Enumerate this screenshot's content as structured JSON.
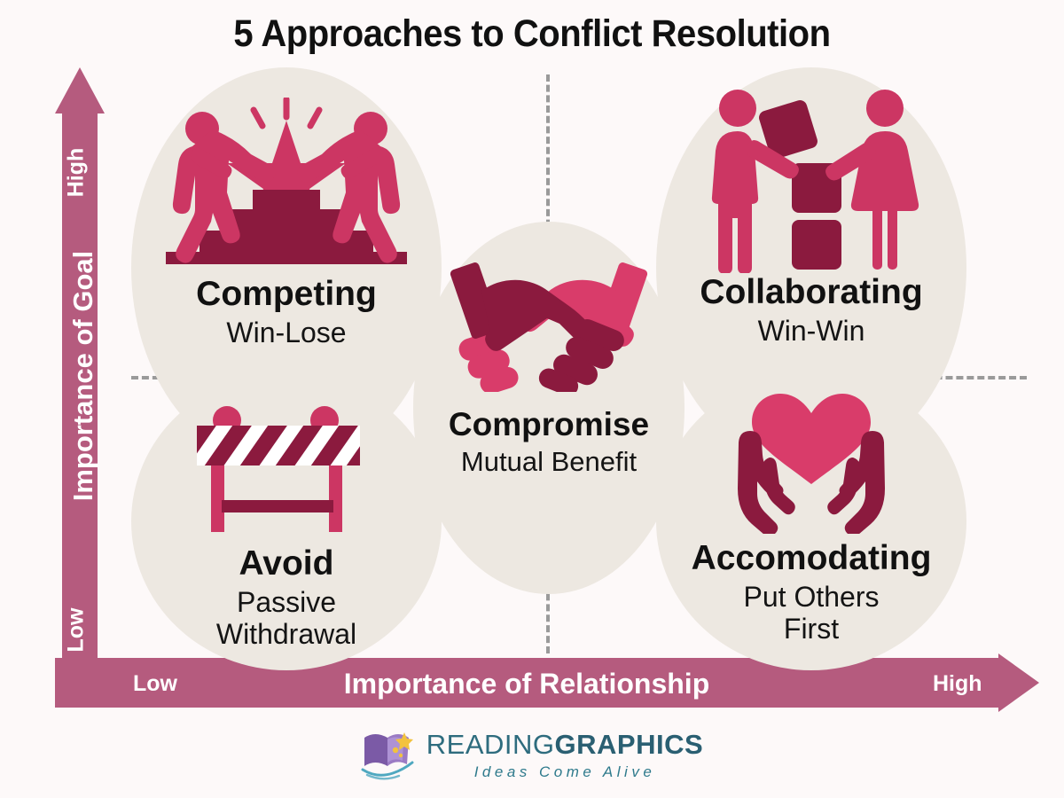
{
  "title": "5 Approaches to Conflict Resolution",
  "colors": {
    "background": "#FDF9F9",
    "pink": "#CC3663",
    "maroon": "#8B1A3E",
    "axis": "#B55B7E",
    "blob": "#EDE8E1",
    "grid": "#9a9a9a",
    "logo_teal": "#2E6C7E"
  },
  "axes": {
    "y": {
      "title": "Importance of Goal",
      "high_label": "High",
      "low_label": "Low"
    },
    "x": {
      "title": "Importance of Relationship",
      "low_label": "Low",
      "high_label": "High"
    }
  },
  "quadrants": [
    {
      "key": "competing",
      "name": "Competing",
      "descriptor": "Win-Lose",
      "icon": "two-runners-podium-star-icon",
      "position": "top-left"
    },
    {
      "key": "collaborating",
      "name": "Collaborating",
      "descriptor": "Win-Win",
      "icon": "two-people-stacking-blocks-icon",
      "position": "top-right"
    },
    {
      "key": "avoid",
      "name": "Avoid",
      "descriptor_line1": "Passive",
      "descriptor_line2": "Withdrawal",
      "icon": "road-barricade-icon",
      "position": "bottom-left"
    },
    {
      "key": "accommodating",
      "name": "Accomodating",
      "descriptor_line1": "Put Others",
      "descriptor_line2": "First",
      "icon": "heart-in-hands-icon",
      "position": "bottom-right"
    },
    {
      "key": "compromise",
      "name": "Compromise",
      "descriptor": "Mutual Benefit",
      "icon": "handshake-icon",
      "position": "center"
    }
  ],
  "logo": {
    "word_light": "READING",
    "word_bold": "GRAPHICS",
    "tagline": "Ideas Come Alive",
    "mark": "open-book-stars-icon"
  }
}
